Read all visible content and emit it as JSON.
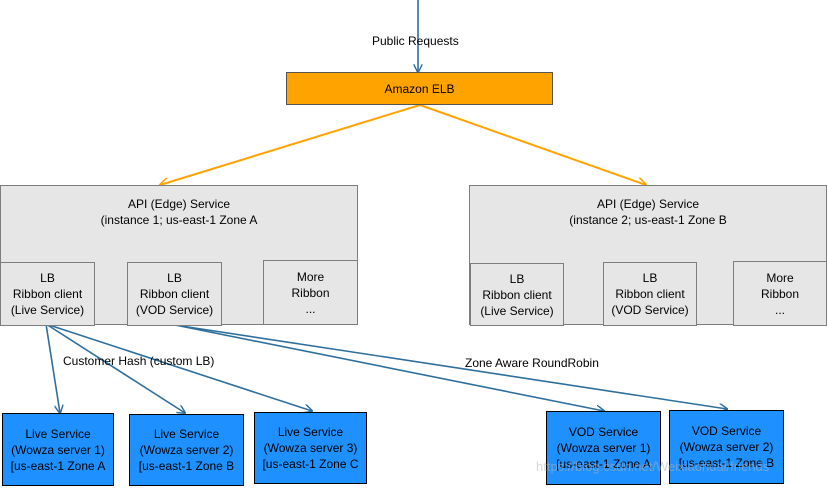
{
  "labels": {
    "public_requests": "Public Requests",
    "customer_hash": "Customer Hash (custom LB)",
    "zone_aware": "Zone Aware RoundRobin"
  },
  "elb": {
    "title": "Amazon ELB"
  },
  "api_services": [
    {
      "line1": "API (Edge) Service",
      "line2": "(instance 1; us-east-1 Zone A"
    },
    {
      "line1": "API (Edge) Service",
      "line2": "(instance 2; us-east-1 Zone B"
    }
  ],
  "ribbon_clients": [
    {
      "line1": "LB",
      "line2": "Ribbon client",
      "line3": "(Live Service)"
    },
    {
      "line1": "LB",
      "line2": "Ribbon client",
      "line3": "(VOD Service)"
    },
    {
      "line1": "More",
      "line2": "Ribbon",
      "line3": "..."
    },
    {
      "line1": "LB",
      "line2": "Ribbon client",
      "line3": "(Live Service)"
    },
    {
      "line1": "LB",
      "line2": "Ribbon client",
      "line3": "(VOD Service)"
    },
    {
      "line1": "More",
      "line2": "Ribbon",
      "line3": "..."
    }
  ],
  "servers": [
    {
      "line1": "Live Service",
      "line2": "(Wowza server 1)",
      "line3": "[us-east-1 Zone A"
    },
    {
      "line1": "Live Service",
      "line2": "(Wowza server 2)",
      "line3": "[us-east-1 Zone B"
    },
    {
      "line1": "Live Service",
      "line2": "(Wowza server 3)",
      "line3": "[us-east-1 Zone C"
    },
    {
      "line1": "VOD Service",
      "line2": "(Wowza server 1)",
      "line3": "[us-east-1 Zone A"
    },
    {
      "line1": "VOD Service",
      "line2": "(Wowza server 2)",
      "line3": "[us-east-1 Zone B"
    }
  ],
  "watermark": "https://blog.csdn.net/Weixiaohuai/friends",
  "colors": {
    "elb_fill": "#ffa300",
    "elb_arrow": "#ffa300",
    "server_fill": "#1e90ff",
    "gray_fill": "#e6e6e6",
    "blue_arrow": "#2e6f9e"
  }
}
